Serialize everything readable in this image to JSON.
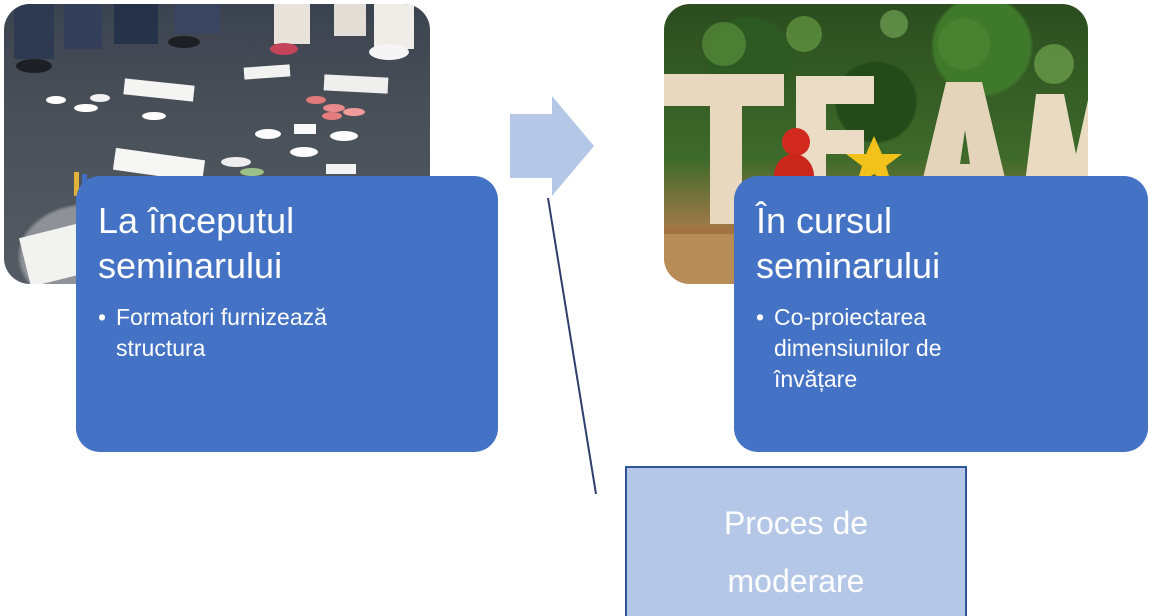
{
  "stages": [
    {
      "title_line1": "La începutul",
      "title_line2": "seminarului",
      "bullet": "•",
      "bullet_line1": "Formatori furnizează",
      "bullet_line2": "structura"
    },
    {
      "title_line1": "În cursul",
      "title_line2": "seminarului",
      "bullet": "•",
      "bullet_line1": "Co-proiectarea",
      "bullet_line2": "dimensiunilor de",
      "bullet_line3": "învățare"
    }
  ],
  "process": {
    "line1": "Proces de",
    "line2": "moderare"
  },
  "colors": {
    "card_fill": "#4472c4",
    "arrow_fill": "#b4c7e7",
    "process_fill": "#b4c7e7",
    "process_border": "#2f5597",
    "connector": "#2f3f6b"
  },
  "photos": [
    {
      "subject": "workshop-floor-photo"
    },
    {
      "subject": "team-letters-photo"
    }
  ]
}
